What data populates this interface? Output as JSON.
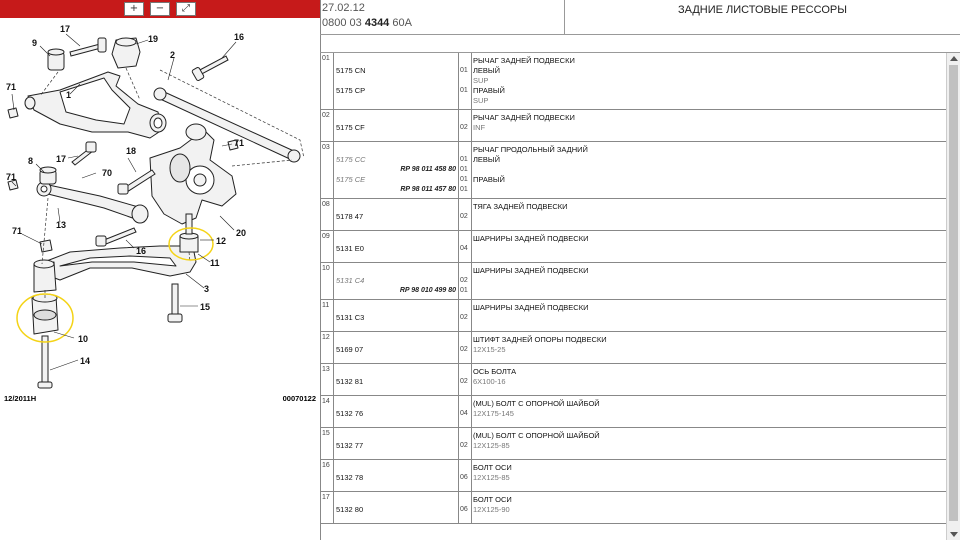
{
  "diagram": {
    "labels": [
      "17",
      "19",
      "9",
      "16",
      "2",
      "1",
      "71",
      "71",
      "17",
      "18",
      "8",
      "70",
      "71",
      "13",
      "16",
      "20",
      "71",
      "12",
      "11",
      "3",
      "15",
      "10",
      "14"
    ],
    "code": "12/2011H",
    "ref": "00070122"
  },
  "toolbar": {
    "zoom_in": "+",
    "zoom_out": "−",
    "zoom_fit": "⤢"
  },
  "header": {
    "date": "27.02.12",
    "ref_prefix": "0800 03",
    "ref_bold": "4344",
    "ref_suffix": "60A",
    "title": "ЗАДНИЕ ЛИСТОВЫЕ РЕССОРЫ"
  },
  "rows": [
    {
      "num": "01",
      "lines": [
        {
          "desc": "РЫЧАГ ЗАДНЕЙ ПОДВЕСКИ"
        },
        {
          "part": "5175 CN",
          "qty": "01",
          "desc": "ЛЕВЫЙ"
        },
        {
          "desc": "SUP",
          "gray": true
        },
        {
          "part": "5175 CP",
          "qty": "01",
          "desc": "ПРАВЫЙ"
        },
        {
          "desc": "SUP",
          "gray": true
        }
      ]
    },
    {
      "num": "02",
      "lines": [
        {
          "desc": "РЫЧАГ ЗАДНЕЙ ПОДВЕСКИ"
        },
        {
          "part": "5175 CF",
          "qty": "02",
          "desc": "INF",
          "gray": true
        }
      ]
    },
    {
      "num": "03",
      "lines": [
        {
          "desc": "РЫЧАГ ПРОДОЛЬНЫЙ ЗАДНИЙ"
        },
        {
          "part": "5175 CC",
          "it": true,
          "qty": "01",
          "desc": "ЛЕВЫЙ"
        },
        {
          "rp": "RP 98 011 458 80",
          "qty": "01"
        },
        {
          "part": "5175 CE",
          "it": true,
          "qty": "01",
          "desc": "ПРАВЫЙ"
        },
        {
          "rp": "RP 98 011 457 80",
          "qty": "01"
        }
      ]
    },
    {
      "num": "08",
      "lines": [
        {
          "desc": "ТЯГА ЗАДНЕЙ ПОДВЕСКИ"
        },
        {
          "part": "5178 47",
          "qty": "02"
        }
      ]
    },
    {
      "num": "09",
      "lines": [
        {
          "desc": "ШАРНИРЫ ЗАДНЕЙ ПОДВЕСКИ"
        },
        {
          "part": "5131 E0",
          "qty": "04"
        }
      ]
    },
    {
      "num": "10",
      "lines": [
        {
          "desc": "ШАРНИРЫ ЗАДНЕЙ ПОДВЕСКИ"
        },
        {
          "part": "5131 C4",
          "it": true,
          "qty": "02"
        },
        {
          "rp": "RP 98 010 499 80",
          "qty": "01"
        }
      ]
    },
    {
      "num": "11",
      "lines": [
        {
          "desc": "ШАРНИРЫ ЗАДНЕЙ ПОДВЕСКИ"
        },
        {
          "part": "5131 C3",
          "qty": "02"
        }
      ]
    },
    {
      "num": "12",
      "lines": [
        {
          "desc": "ШТИФТ ЗАДНЕЙ ОПОРЫ ПОДВЕСКИ"
        },
        {
          "part": "5169 07",
          "qty": "02",
          "desc": "12X15-25",
          "gray": true
        }
      ]
    },
    {
      "num": "13",
      "lines": [
        {
          "desc": "ОСЬ БОЛТА"
        },
        {
          "part": "5132 81",
          "qty": "02",
          "desc": "6X100-16",
          "gray": true
        }
      ]
    },
    {
      "num": "14",
      "lines": [
        {
          "desc": "(MUL) БОЛТ С ОПОРНОЙ ШАЙБОЙ"
        },
        {
          "part": "5132 76",
          "qty": "04",
          "desc": "12X175-145",
          "gray": true
        }
      ]
    },
    {
      "num": "15",
      "lines": [
        {
          "desc": "(MUL) БОЛТ С ОПОРНОЙ ШАЙБОЙ"
        },
        {
          "part": "5132 77",
          "qty": "02",
          "desc": "12X125-85",
          "gray": true
        }
      ]
    },
    {
      "num": "16",
      "lines": [
        {
          "desc": "БОЛТ ОСИ"
        },
        {
          "part": "5132 78",
          "qty": "06",
          "desc": "12X125-85",
          "gray": true
        }
      ]
    },
    {
      "num": "17",
      "lines": [
        {
          "desc": "БОЛТ ОСИ"
        },
        {
          "part": "5132 80",
          "qty": "06",
          "desc": "12X125-90",
          "gray": true
        }
      ]
    }
  ]
}
